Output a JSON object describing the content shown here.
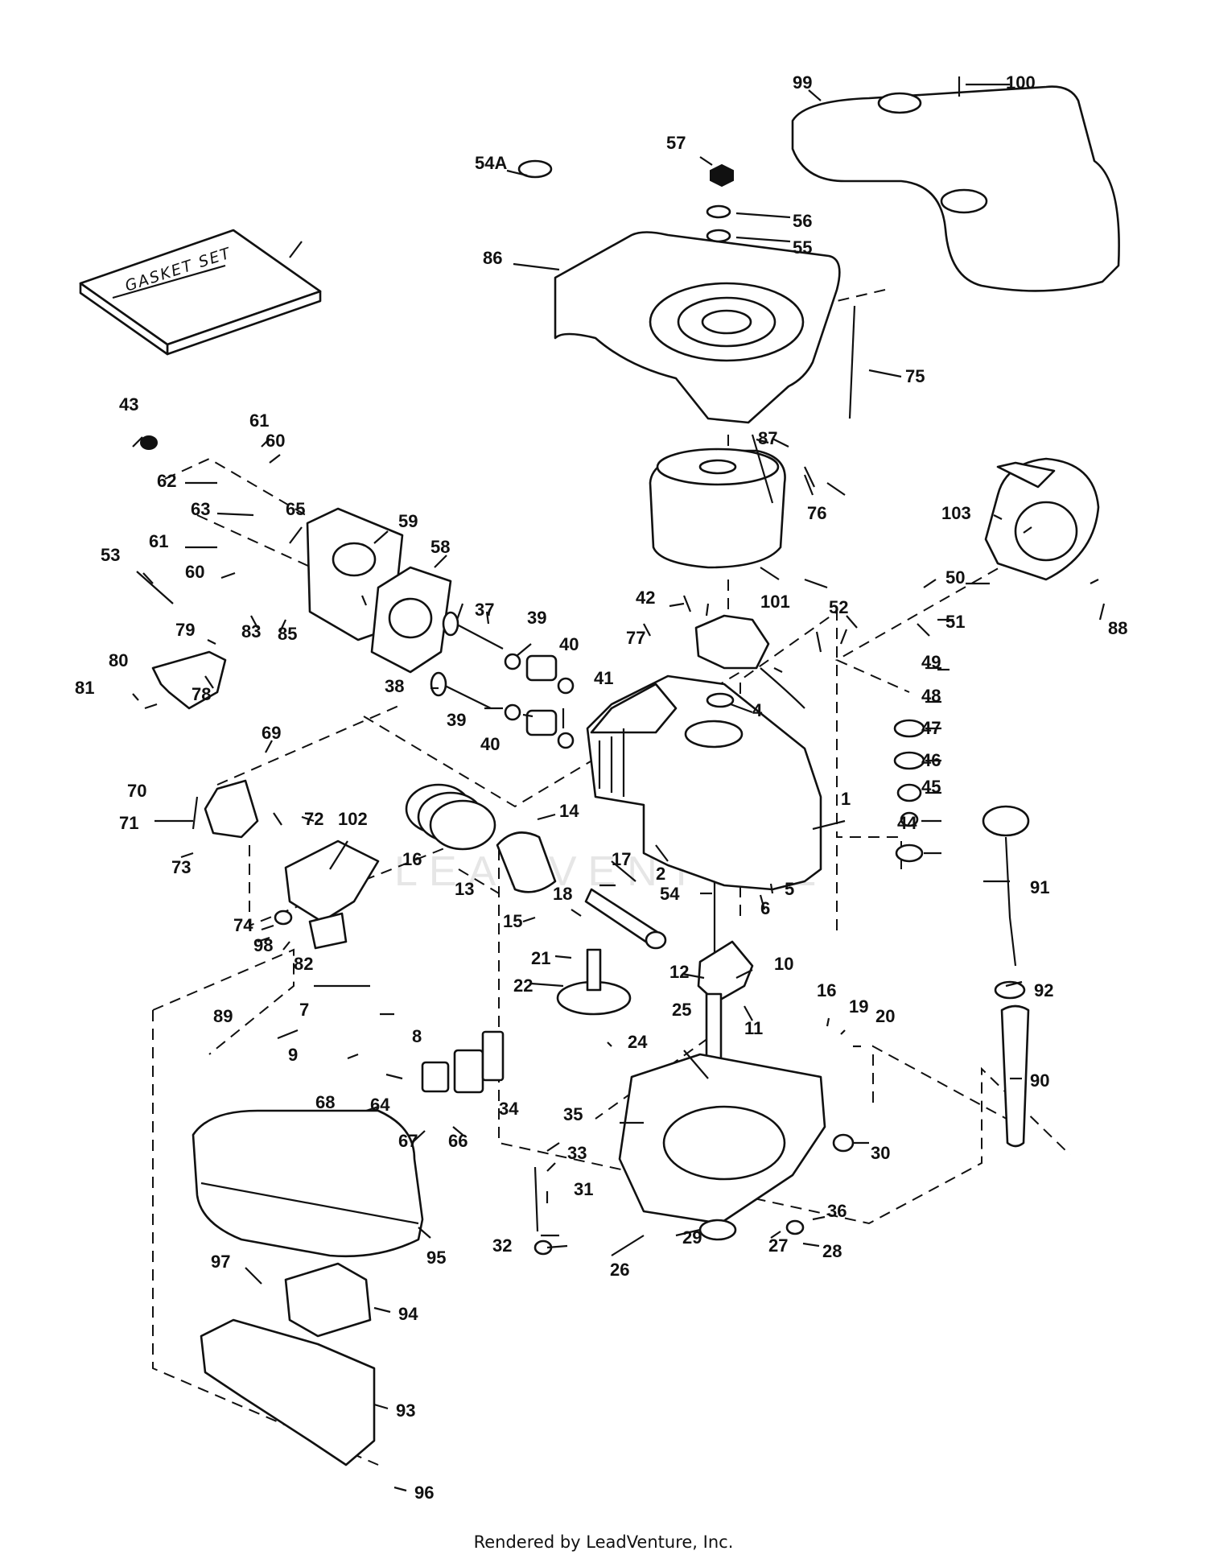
{
  "diagram": {
    "gasket_set_text": "GASKET SET",
    "watermark": "LEADVENTURE",
    "footer": "Rendered by LeadVenture, Inc.",
    "labels": [
      "1",
      "2",
      "4",
      "5",
      "6",
      "7",
      "8",
      "9",
      "10",
      "11",
      "12",
      "13",
      "14",
      "15",
      "16",
      "17",
      "18",
      "19",
      "20",
      "21",
      "22",
      "24",
      "25",
      "26",
      "27",
      "28",
      "29",
      "30",
      "31",
      "32",
      "33",
      "34",
      "35",
      "36",
      "37",
      "38",
      "39",
      "40",
      "41",
      "42",
      "43",
      "44",
      "45",
      "46",
      "47",
      "48",
      "49",
      "50",
      "51",
      "52",
      "53",
      "54",
      "54A",
      "55",
      "56",
      "57",
      "58",
      "59",
      "60",
      "61",
      "62",
      "63",
      "64",
      "65",
      "66",
      "67",
      "68",
      "69",
      "70",
      "71",
      "72",
      "73",
      "74",
      "75",
      "76",
      "77",
      "78",
      "79",
      "80",
      "81",
      "82",
      "83",
      "85",
      "86",
      "87",
      "88",
      "89",
      "90",
      "91",
      "92",
      "93",
      "94",
      "95",
      "96",
      "97",
      "98",
      "99",
      "100",
      "101",
      "102",
      "103"
    ]
  }
}
